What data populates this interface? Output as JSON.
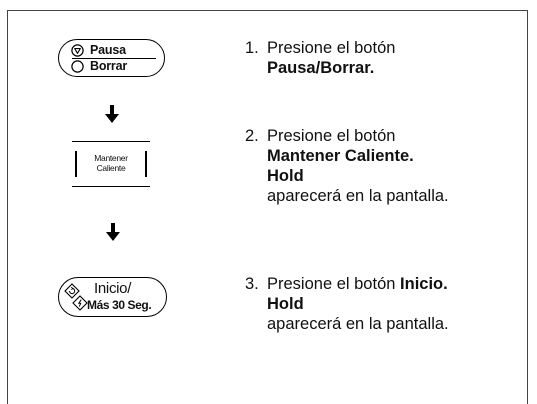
{
  "buttons": {
    "pausa_borrar": {
      "line1": "Pausa",
      "line2": "Borrar"
    },
    "mantener_caliente": {
      "line1": "Mantener",
      "line2": "Caliente"
    },
    "inicio": {
      "line1": "Inicio/",
      "line2": "Más 30 Seg."
    }
  },
  "steps": [
    {
      "number": "1.",
      "text": "Presione el botón",
      "bold": "Pausa/Borrar."
    },
    {
      "number": "2.",
      "text": "Presione el botón",
      "bold": "Mantener Caliente.",
      "display": "Hold",
      "after": "aparecerá en la pantalla."
    },
    {
      "number": "3.",
      "text": "Presione el botón",
      "bold": "Inicio.",
      "display": "Hold",
      "after": "aparecerá en la pantalla."
    }
  ]
}
